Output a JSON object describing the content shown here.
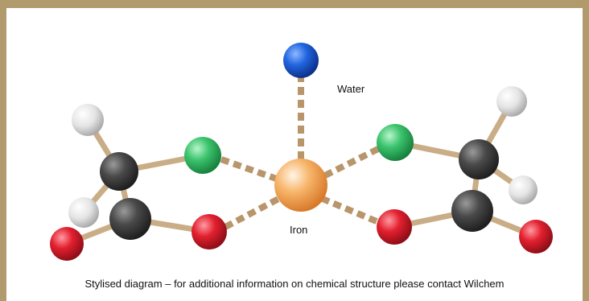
{
  "labels": {
    "water": "Water",
    "iron": "Iron"
  },
  "caption": "Stylised diagram – for additional information on chemical structure please contact Wilchem",
  "colors": {
    "frame": "#b19a6c",
    "bond": "#c9ad86",
    "iron": "#f5a04a",
    "water_oxygen": "#1e5ed6",
    "green_atom": "#33c46a",
    "red_atom": "#e3202f",
    "carbon": "#4a4a4a",
    "hydrogen": "#e6e6e6"
  }
}
